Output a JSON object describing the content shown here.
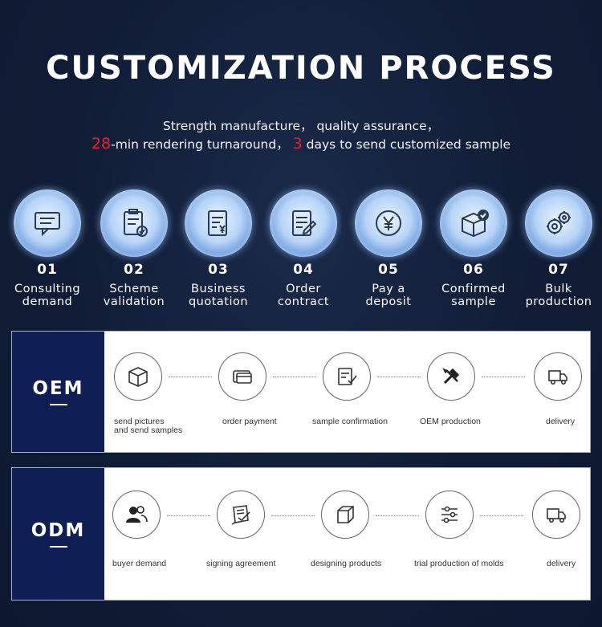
{
  "title": "CUSTOMIZATION PROCESS",
  "subtitle": {
    "line1": "Strength manufacture， quality assurance，",
    "line2_num1": "28",
    "line2_mid": "-min rendering turnaround， ",
    "line2_num2": "3",
    "line2_end": " days to send customized sample"
  },
  "steps": [
    {
      "num": "01",
      "line1": "Consulting",
      "line2": "demand",
      "icon": "chat-icon"
    },
    {
      "num": "02",
      "line1": "Scheme",
      "line2": "validation",
      "icon": "clipboard-check-icon"
    },
    {
      "num": "03",
      "line1": "Business",
      "line2": "quotation",
      "icon": "document-yen-icon"
    },
    {
      "num": "04",
      "line1": "Order",
      "line2": "contract",
      "icon": "document-pen-icon"
    },
    {
      "num": "05",
      "line1": "Pay a",
      "line2": "deposit",
      "icon": "yen-coin-icon"
    },
    {
      "num": "06",
      "line1": "Confirmed",
      "line2": "sample",
      "icon": "box-check-icon"
    },
    {
      "num": "07",
      "line1": "Bulk",
      "line2": "production",
      "icon": "gears-icon"
    }
  ],
  "oem": {
    "tag": "OEM",
    "items": [
      {
        "label1": "send pictures",
        "label2": "and send samples",
        "icon": "box-icon"
      },
      {
        "label1": "order payment",
        "label2": "",
        "icon": "credit-card-icon"
      },
      {
        "label1": "sample confirmation",
        "label2": "",
        "icon": "document-check-icon"
      },
      {
        "label1": "OEM production",
        "label2": "",
        "icon": "tools-icon"
      },
      {
        "label1": "delivery",
        "label2": "",
        "icon": "truck-icon"
      }
    ]
  },
  "odm": {
    "tag": "ODM",
    "items": [
      {
        "label1": "buyer demand",
        "label2": "",
        "icon": "users-icon"
      },
      {
        "label1": "signing agreement",
        "label2": "",
        "icon": "agreement-icon"
      },
      {
        "label1": "designing products",
        "label2": "",
        "icon": "cube-icon"
      },
      {
        "label1": "trial production of molds",
        "label2": "",
        "icon": "sliders-icon"
      },
      {
        "label1": "delivery",
        "label2": "",
        "icon": "truck-icon"
      }
    ]
  }
}
